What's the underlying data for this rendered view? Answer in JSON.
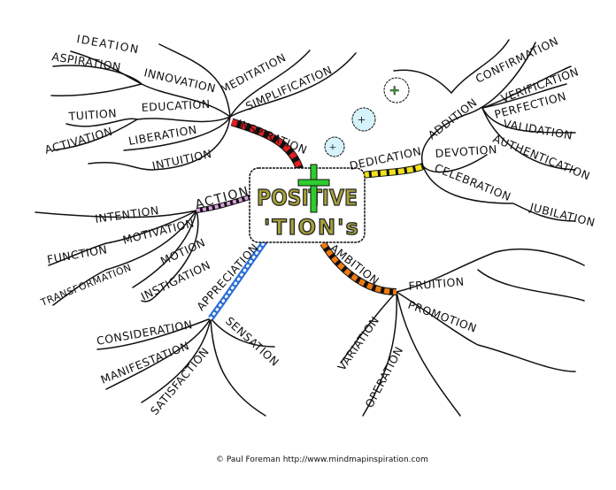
{
  "title": {
    "line1": "POSITIVE",
    "line1_pre": "POSI",
    "line1_cross": "T",
    "line1_post": "IVE",
    "line2": "'TION's"
  },
  "colors": {
    "title_fill": "#a6a13a",
    "cross": "#2ecc2e",
    "bubble": "#d6f2fb",
    "inspiration": "#e02020",
    "dedication": "#f2e21a",
    "action": "#e0a0e0",
    "appreciation": "#2a6fd6",
    "ambition": "#f07a10"
  },
  "branches": {
    "inspiration": {
      "label": "INSPIRATION",
      "children": [
        "INNOVATION",
        "MEDITATION",
        "SIMPLIFICATION",
        "EDUCATION",
        "LIBERATION",
        "INTUITION",
        "IDEATION",
        "ASPIRATION",
        "TUITION",
        "ACTIVATION"
      ]
    },
    "dedication": {
      "label": "DEDICATION",
      "children": [
        "ADDITION",
        "DEVOTION",
        "CELEBRATION",
        "JUBILATION",
        "CONFIRMATION",
        "VERIFICATION",
        "PERFECTION",
        "VALIDATION",
        "AUTHENTICATION"
      ]
    },
    "action": {
      "label": "ACTION",
      "children": [
        "INTENTION",
        "MOTIVATION",
        "FUNCTION",
        "MOTION",
        "TRANSFORMATION",
        "INSTIGATION"
      ]
    },
    "appreciation": {
      "label": "APPRECIATION",
      "children": [
        "CONSIDERATION",
        "SENSATION",
        "MANIFESTATION",
        "SATISFACTION"
      ]
    },
    "ambition": {
      "label": "AMBITION",
      "children": [
        "FRUITION",
        "PROMOTION",
        "VARIATION",
        "OPERATION"
      ]
    }
  },
  "bubbles": [
    "+",
    "+",
    "+"
  ],
  "footer": "© Paul Foreman http://www.mindmapinspiration.com"
}
